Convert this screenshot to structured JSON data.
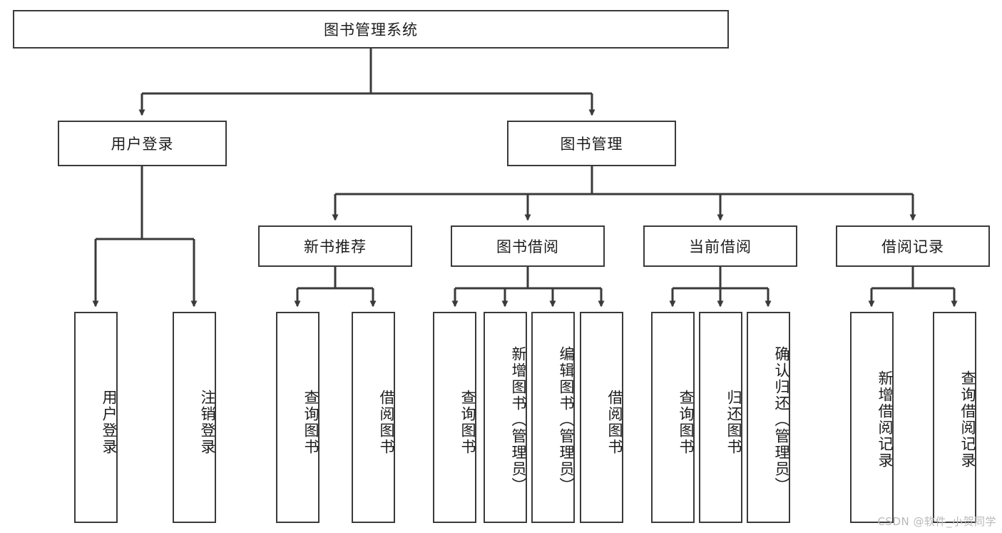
{
  "diagram": {
    "type": "tree",
    "title": "图书管理系统",
    "watermark": "CSDN @软件_小贺同学",
    "colors": {
      "box_border": "#3a3a3a",
      "box_fill": "#ffffff",
      "edge": "#3a3a3a",
      "text": "#1c1c1c",
      "watermark": "#b9b9b9",
      "background": "#ffffff"
    },
    "nodes": {
      "root": {
        "label": "图书管理系统",
        "orientation": "horizontal"
      },
      "level2": [
        {
          "id": "user-login",
          "label": "用户登录",
          "orientation": "horizontal"
        },
        {
          "id": "book-management",
          "label": "图书管理",
          "orientation": "horizontal"
        }
      ],
      "level3": [
        {
          "id": "new-book-recommend",
          "label": "新书推荐",
          "orientation": "horizontal"
        },
        {
          "id": "book-borrow",
          "label": "图书借阅",
          "orientation": "horizontal"
        },
        {
          "id": "current-borrow",
          "label": "当前借阅",
          "orientation": "horizontal"
        },
        {
          "id": "borrow-record",
          "label": "借阅记录",
          "orientation": "horizontal"
        }
      ],
      "leaves": [
        {
          "id": "leaf-user-login",
          "label": "用户登录",
          "parent": "user-login",
          "orientation": "vertical"
        },
        {
          "id": "leaf-user-logout",
          "label": "注销登录",
          "parent": "user-login",
          "orientation": "vertical"
        },
        {
          "id": "leaf-query-book-1",
          "label": "查询图书",
          "parent": "new-book-recommend",
          "orientation": "vertical"
        },
        {
          "id": "leaf-borrow-book-1",
          "label": "借阅图书",
          "parent": "new-book-recommend",
          "orientation": "vertical"
        },
        {
          "id": "leaf-query-book-2",
          "label": "查询图书",
          "parent": "book-borrow",
          "orientation": "vertical"
        },
        {
          "id": "leaf-add-book",
          "label": "新增图书（管理员）",
          "parent": "book-borrow",
          "orientation": "vertical"
        },
        {
          "id": "leaf-edit-book",
          "label": "编辑图书（管理员）",
          "parent": "book-borrow",
          "orientation": "vertical"
        },
        {
          "id": "leaf-borrow-book-2",
          "label": "借阅图书",
          "parent": "book-borrow",
          "orientation": "vertical"
        },
        {
          "id": "leaf-query-book-3",
          "label": "查询图书",
          "parent": "current-borrow",
          "orientation": "vertical"
        },
        {
          "id": "leaf-return-book",
          "label": "归还图书",
          "parent": "current-borrow",
          "orientation": "vertical"
        },
        {
          "id": "leaf-confirm-return",
          "label": "确认归还（管理员）",
          "parent": "current-borrow",
          "orientation": "vertical"
        },
        {
          "id": "leaf-add-record",
          "label": "新增借阅记录",
          "parent": "borrow-record",
          "orientation": "vertical"
        },
        {
          "id": "leaf-query-record",
          "label": "查询借阅记录",
          "parent": "borrow-record",
          "orientation": "vertical"
        }
      ]
    }
  }
}
